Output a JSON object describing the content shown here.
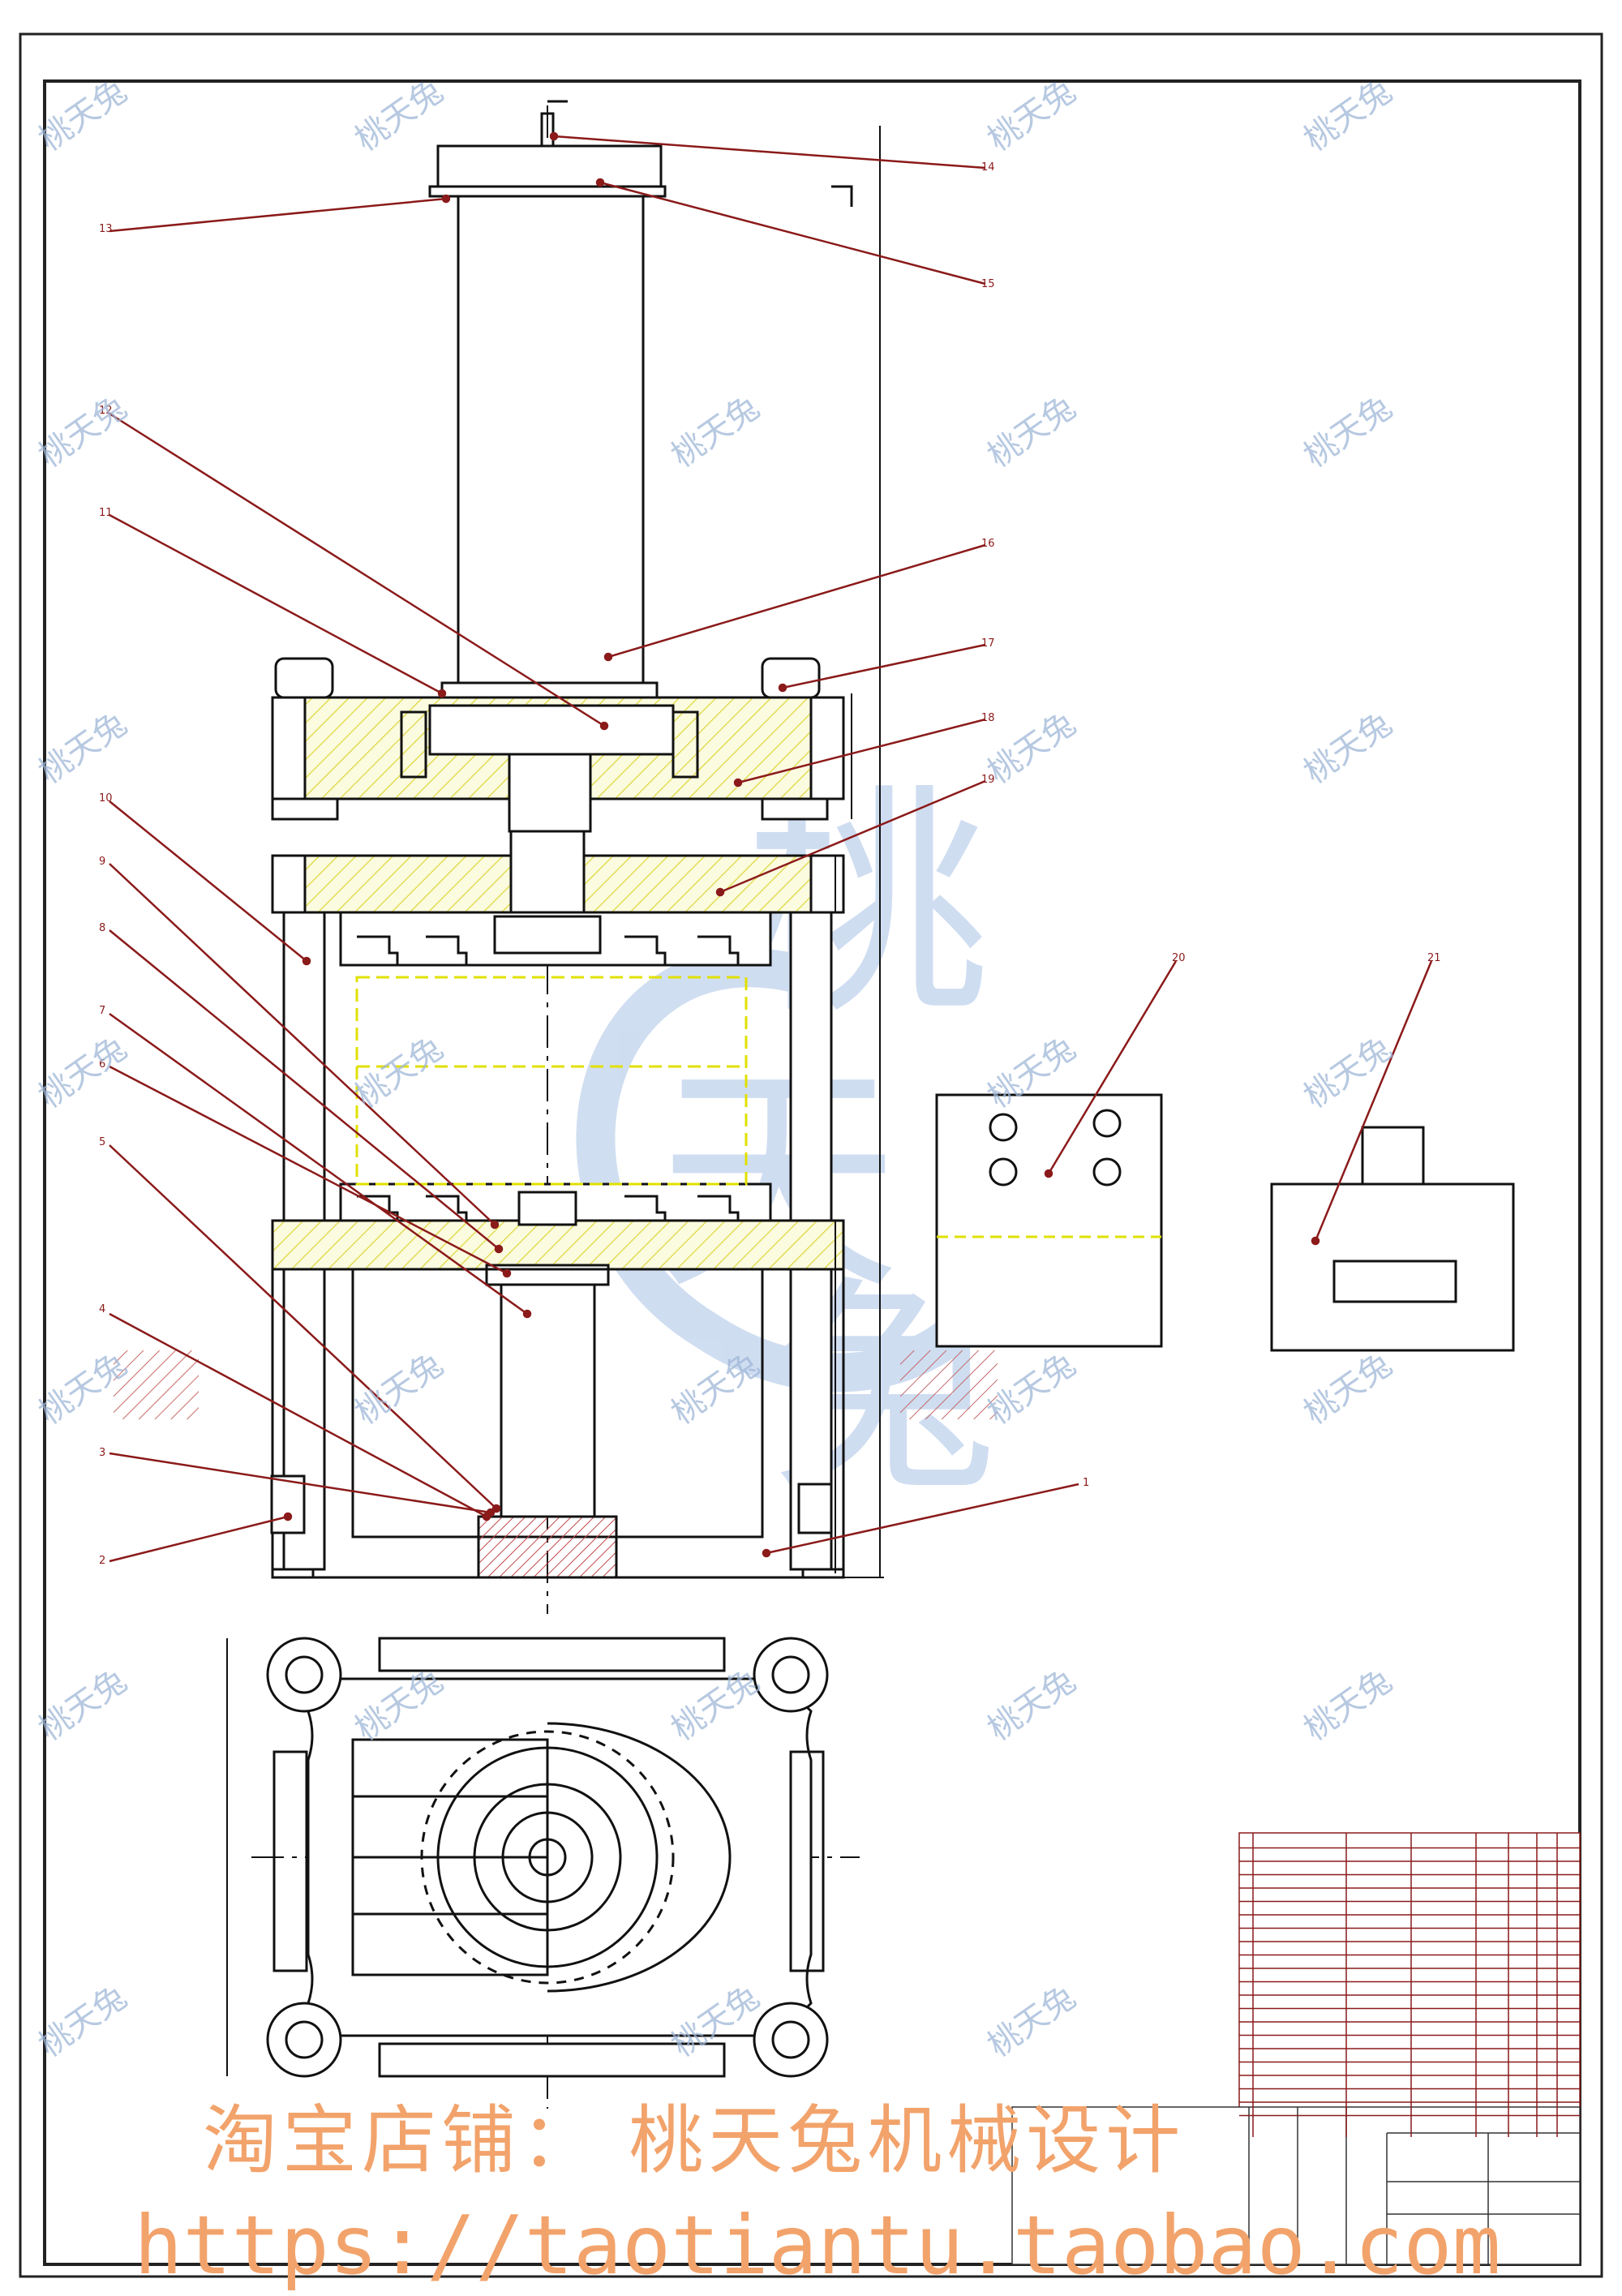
{
  "callouts": [
    "1",
    "2",
    "3",
    "4",
    "5",
    "6",
    "7",
    "8",
    "9",
    "10",
    "11",
    "12",
    "13",
    "14",
    "15",
    "16",
    "17",
    "18",
    "19",
    "20",
    "21"
  ],
  "seal_text": [
    "桃",
    "天",
    "兔"
  ],
  "watermark": "桃天兔",
  "shop_banner": "淘宝店铺：   桃天兔机械设计",
  "shop_url": "https://taotiantu.taobao.com",
  "colors": {
    "line": "#111111",
    "leader": "#8b1a1a",
    "hatch_yellow": "#e6e36a",
    "hatch_red": "#c0484d",
    "seal": "#a9c2e6",
    "banner": "#f2a36b",
    "centerline_yellow": "#e0e000"
  }
}
